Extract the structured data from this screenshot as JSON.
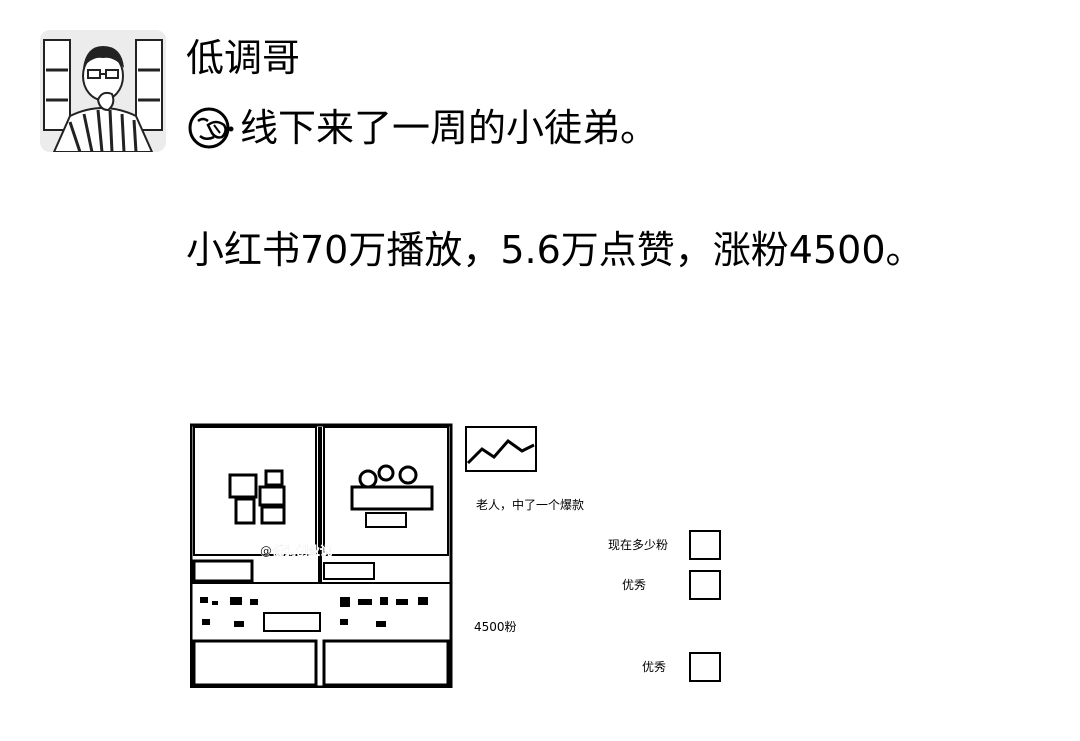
{
  "post": {
    "author": "低调哥",
    "line1": "线下来了一周的小徒弟。",
    "line2": "小红书70万播放，5.6万点赞，涨粉4500。"
  },
  "screenshot": {
    "watermark": "@低调创业说",
    "chat": [
      "老人，中了一个爆款",
      "现在多少粉",
      "优秀",
      "4500粉",
      "优秀"
    ]
  },
  "icons": {
    "emoji": "facepalm-emoji",
    "avatar": "user-avatar"
  }
}
